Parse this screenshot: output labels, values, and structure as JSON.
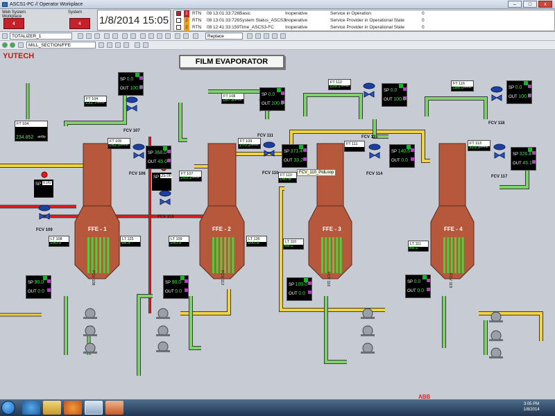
{
  "window": {
    "title": "ASCS1-PC // Operator Workplace",
    "min": "–",
    "max": "□",
    "close": "x"
  },
  "banner": {
    "tile1": {
      "label": "Web System Workplace",
      "value": "4"
    },
    "tile2": {
      "label": "System",
      "value": "4"
    },
    "datetime": "1/8/2014 15:05",
    "alarms": [
      {
        "count": "1",
        "type": "RTN",
        "time": "08 13:01:33:726",
        "object": "Basic",
        "condition": "Inoperative",
        "desc": "Service in Operation",
        "val": "0"
      },
      {
        "count": "2",
        "type": "RTN",
        "time": "08 13:01:33:726",
        "object": "System Status_ASCS3",
        "condition": "Inoperative",
        "desc": "Service Provider in Operational State",
        "val": "0"
      },
      {
        "count": "2",
        "type": "RTN",
        "time": "08 12:41:33:159",
        "object": "Time_ASCS3-FC",
        "condition": "Inoperative",
        "desc": "Service Provider in Operational State",
        "val": "0"
      }
    ],
    "colors": {
      "alarm_red": "#c8202a",
      "alarm_orange": "#f0a020"
    }
  },
  "toolbar": {
    "totalizer": "TOTALIZER_1",
    "replace": "Replace",
    "path": "MILL_SECTION/FFE"
  },
  "display": {
    "brand": "YUTECH",
    "title": "FILM EVAPORATOR",
    "tooltip": "FCV_110_PidLoop"
  },
  "ft104": {
    "tag": "FT 104",
    "value": "234.852",
    "unit": "m³/hr"
  },
  "transmitters": [
    {
      "tag": "FT 104",
      "value": "131.7",
      "unit": "m³/hr"
    },
    {
      "tag": "FT 105",
      "value": "262.0",
      "unit": "m³/hr"
    },
    {
      "tag": "FT 107",
      "value": "203.1",
      "unit": "m³/hr"
    },
    {
      "tag": "FT 108",
      "value": "167.8",
      "unit": "m³/hr"
    },
    {
      "tag": "FT 109",
      "value": "270.2",
      "unit": "m³/hr"
    },
    {
      "tag": "FT 110",
      "value": "140.6",
      "unit": "m³/hr"
    },
    {
      "tag": "FT 112",
      "value": "119.1",
      "unit": "m³/hr"
    },
    {
      "tag": "FT 111",
      "value": "",
      "unit": "m³/hr"
    },
    {
      "tag": "FT 113",
      "value": "329.5",
      "unit": "m³/hr"
    },
    {
      "tag": "FT 116",
      "value": "186.0",
      "unit": "m³/hr"
    }
  ],
  "levels": [
    {
      "tag": "LT 108",
      "value": "100.0"
    },
    {
      "tag": "LT 125",
      "value": "98.5"
    },
    {
      "tag": "LT 109",
      "value": "100.0"
    },
    {
      "tag": "LT 126",
      "value": "100.0"
    },
    {
      "tag": "LT 110",
      "value": "65.1"
    },
    {
      "tag": "LT 111",
      "value": "88.1"
    }
  ],
  "controllers": [
    {
      "sp": "0.0",
      "out": "100.0"
    },
    {
      "sp": "368.0",
      "out": "45.0"
    },
    {
      "sp": "0.0",
      "out": "100.0"
    },
    {
      "sp": "371.4",
      "out": "33.2"
    },
    {
      "sp": "0.0",
      "out": "100.0"
    },
    {
      "sp": "140.6",
      "out": "0.0"
    },
    {
      "sp": "0.0",
      "out": "100.0"
    },
    {
      "sp": "326.8",
      "out": "45.1"
    },
    {
      "sp": "90.0",
      "out": "0.0"
    },
    {
      "sp": "90.0",
      "out": "0.0"
    },
    {
      "sp": "100.0",
      "out": "0.0"
    },
    {
      "sp": "0.0",
      "out": "0.0"
    }
  ],
  "small_sp": [
    {
      "sp": "0.00"
    },
    {
      "sp": "25.00"
    }
  ],
  "valves": [
    "FCV 107",
    "FCV 106",
    "FCV 109",
    "FCV 113",
    "FCV 111",
    "FCV 110",
    "FCV 115",
    "FCV 114",
    "FCV 118",
    "FCV 117"
  ],
  "bottom_valves": [
    "FCV 108",
    "FCV 112",
    "FCV 116",
    "FCV 119"
  ],
  "vessels": [
    "FFE - 1",
    "FFE - 2",
    "FFE - 3",
    "FFE - 4"
  ],
  "taskbar": {
    "time": "3:05 PM",
    "date": "1/8/2014",
    "abb": "ABB"
  },
  "pipe_colors": {
    "green": "#7ed16b",
    "yellow": "#f2d33f",
    "red": "#e01b1b",
    "vessel": "#b5583c"
  }
}
